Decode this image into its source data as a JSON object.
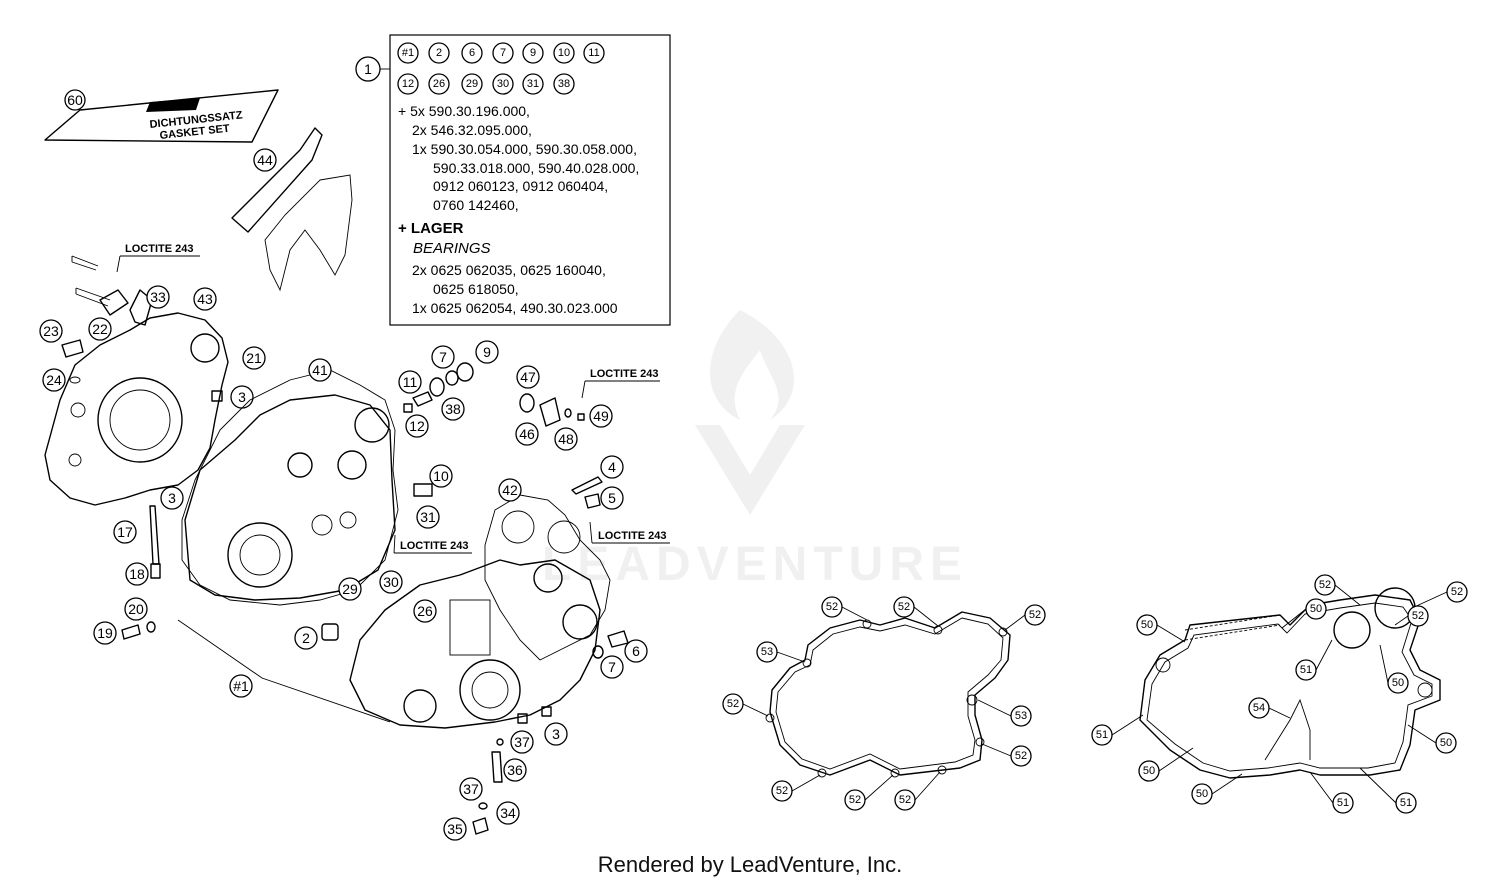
{
  "diagram": {
    "kit_box": {
      "ref": "1",
      "included_refs_row1": [
        "#1",
        "2",
        "6",
        "7",
        "9",
        "10",
        "11"
      ],
      "included_refs_row2": [
        "12",
        "26",
        "29",
        "30",
        "31",
        "38"
      ],
      "lines": [
        "+ 5x 590.30.196.000,",
        "2x 546.32.095.000,",
        "1x 590.30.054.000, 590.30.058.000,",
        "590.33.018.000, 590.40.028.000,",
        "0912 060123, 0912 060404,",
        "0760 142460,"
      ],
      "lager_label": "+ LAGER",
      "bearings_label": "BEARINGS",
      "bearing_lines": [
        "2x 0625 062035, 0625 160040,",
        "0625 618050,",
        "1x 0625 062054, 490.30.023.000"
      ]
    },
    "gasket_set": {
      "ref": "60",
      "line1": "DICHTUNGSSATZ",
      "line2": "GASKET SET"
    },
    "loctite_label": "LOCTITE 243",
    "callouts": [
      "44",
      "33",
      "43",
      "22",
      "23",
      "21",
      "24",
      "3",
      "41",
      "7",
      "9",
      "11",
      "38",
      "12",
      "47",
      "49",
      "46",
      "48",
      "4",
      "5",
      "10",
      "31",
      "17",
      "18",
      "30",
      "29",
      "20",
      "19",
      "2",
      "26",
      "42",
      "6",
      "37",
      "36",
      "34",
      "35",
      "52",
      "53",
      "50",
      "51",
      "54",
      "#1"
    ],
    "watermark": "LEADVENTURE",
    "footer": "Rendered by LeadVenture, Inc."
  }
}
